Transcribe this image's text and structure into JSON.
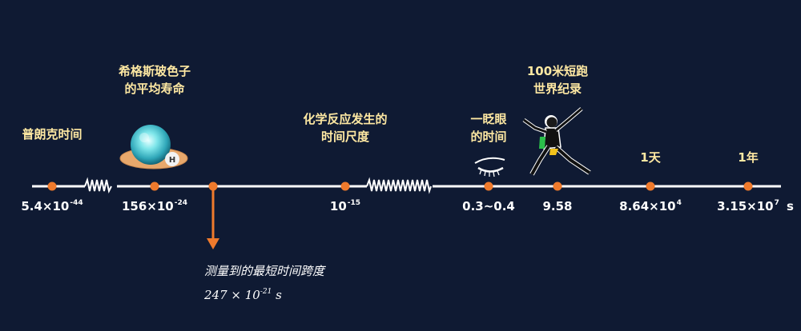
{
  "colors": {
    "background": "#0f1a33",
    "label": "#ffe9a3",
    "marker": "#ef7a2c",
    "axis": "#ffffff"
  },
  "events": [
    {
      "lines": [
        "普朗克时间"
      ],
      "value_base": "5.4×10",
      "value_exp": "-44"
    },
    {
      "lines": [
        "希格斯玻色子",
        "的平均寿命"
      ],
      "value_base": "156×10",
      "value_exp": "-24"
    },
    {
      "lines": [
        "化学反应发生的",
        "时间尺度"
      ],
      "value_base": "10",
      "value_exp": "-15"
    },
    {
      "lines": [
        "一眨眼",
        "的时间"
      ],
      "value_base": "0.3~0.4",
      "value_exp": ""
    },
    {
      "lines": [
        "100米短跑",
        "世界纪录"
      ],
      "value_base": "9.58",
      "value_exp": ""
    },
    {
      "lines": [
        "1天"
      ],
      "value_base": "8.64×10",
      "value_exp": "4"
    },
    {
      "lines": [
        "1年"
      ],
      "value_base": "3.15×10",
      "value_exp": "7"
    }
  ],
  "unit": "s",
  "measurement": {
    "label": "测量到的最短时间跨度",
    "value_base": "247 × 10",
    "value_exp": "-21",
    "value_unit": " s"
  },
  "icons": [
    "higgs-particle-icon",
    "eye-blink-icon",
    "sprinter-icon"
  ],
  "particle_letter": "H"
}
